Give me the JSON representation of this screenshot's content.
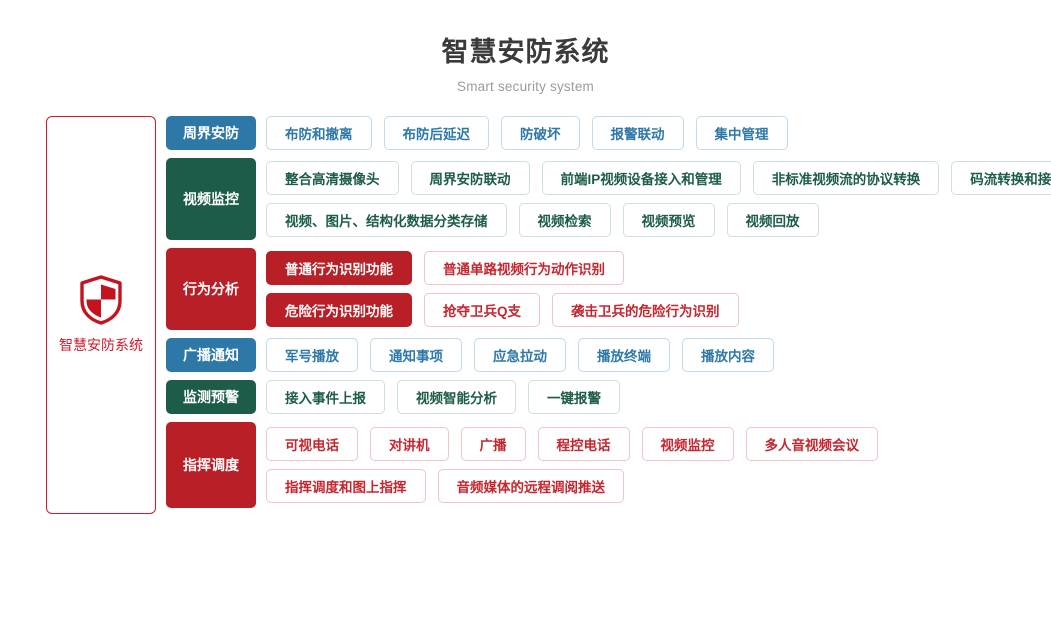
{
  "header": {
    "title": "智慧安防系统",
    "subtitle": "Smart security system"
  },
  "system_panel": {
    "icon": "shield-icon",
    "label": "智慧安防系统",
    "border_color": "#d11a2a"
  },
  "palette": {
    "blue": "#2e78a8",
    "green": "#1d5c48",
    "red": "#b81f26",
    "red_text": "#c4272f",
    "title_color": "#3a3a3a",
    "subtitle_color": "#9b9b9b"
  },
  "rows": [
    {
      "category": "周界安防",
      "color": "blue",
      "lines": [
        {
          "items": [
            {
              "label": "布防和撤离"
            },
            {
              "label": "布防后延迟"
            },
            {
              "label": "防破坏"
            },
            {
              "label": "报警联动"
            },
            {
              "label": "集中管理"
            }
          ]
        }
      ]
    },
    {
      "category": "视频监控",
      "color": "green",
      "lines": [
        {
          "items": [
            {
              "label": "整合高清摄像头"
            },
            {
              "label": "周界安防联动"
            },
            {
              "label": "前端IP视频设备接入和管理"
            },
            {
              "label": "非标准视频流的协议转换"
            },
            {
              "label": "码流转换和接口转换"
            }
          ]
        },
        {
          "items": [
            {
              "label": "视频、图片、结构化数据分类存储"
            },
            {
              "label": "视频检索"
            },
            {
              "label": "视频预览"
            },
            {
              "label": "视频回放"
            }
          ]
        }
      ]
    },
    {
      "category": "行为分析",
      "color": "red",
      "lines": [
        {
          "items": [
            {
              "label": "普通行为识别功能",
              "filled": true
            },
            {
              "label": "普通单路视频行为动作识别"
            }
          ]
        },
        {
          "items": [
            {
              "label": "危险行为识别功能",
              "filled": true
            },
            {
              "label": "抢夺卫兵Q支"
            },
            {
              "label": "袭击卫兵的危险行为识别"
            }
          ]
        }
      ]
    },
    {
      "category": "广播通知",
      "color": "blue",
      "lines": [
        {
          "items": [
            {
              "label": "军号播放"
            },
            {
              "label": "通知事项"
            },
            {
              "label": "应急拉动"
            },
            {
              "label": "播放终端"
            },
            {
              "label": "播放内容"
            }
          ]
        }
      ]
    },
    {
      "category": "监测预警",
      "color": "green",
      "lines": [
        {
          "items": [
            {
              "label": "接入事件上报"
            },
            {
              "label": "视频智能分析"
            },
            {
              "label": "一键报警"
            }
          ]
        }
      ]
    },
    {
      "category": "指挥调度",
      "color": "red",
      "lines": [
        {
          "items": [
            {
              "label": "可视电话"
            },
            {
              "label": "对讲机"
            },
            {
              "label": "广播"
            },
            {
              "label": "程控电话"
            },
            {
              "label": "视频监控"
            },
            {
              "label": "多人音视频会议"
            }
          ]
        },
        {
          "items": [
            {
              "label": "指挥调度和图上指挥"
            },
            {
              "label": "音频媒体的远程调阅推送"
            }
          ]
        }
      ]
    }
  ]
}
